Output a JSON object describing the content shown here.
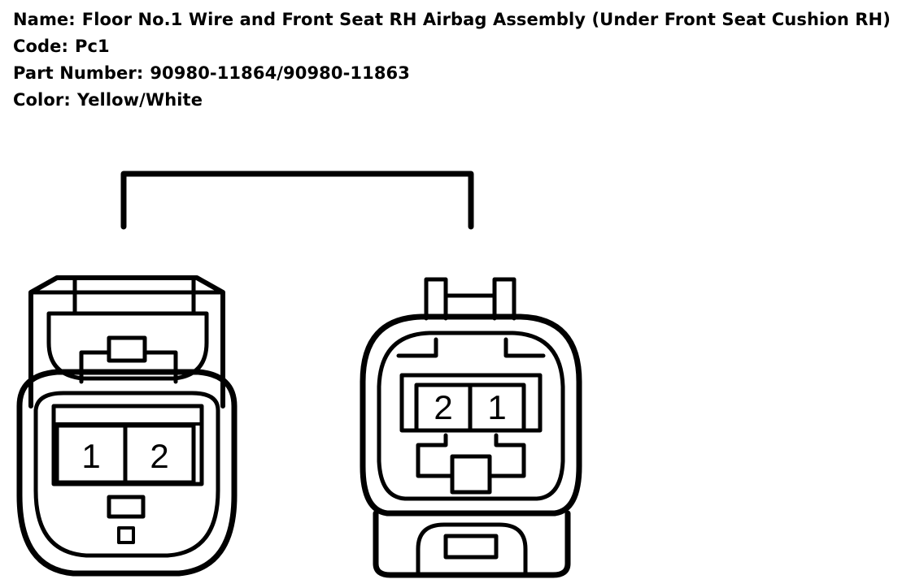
{
  "info": {
    "name_label": "Name:",
    "name_value": "Floor No.1 Wire and Front Seat RH Airbag Assembly (Under Front Seat Cushion RH)",
    "code_label": "Code:",
    "code_value": "Pc1",
    "part_label": "Part Number:",
    "part_value": "90980-11864/90980-11863",
    "color_label": "Color:",
    "color_value": "Yellow/White"
  },
  "connectors": {
    "left": {
      "pins": [
        "1",
        "2"
      ]
    },
    "right": {
      "pins": [
        "2",
        "1"
      ]
    }
  }
}
